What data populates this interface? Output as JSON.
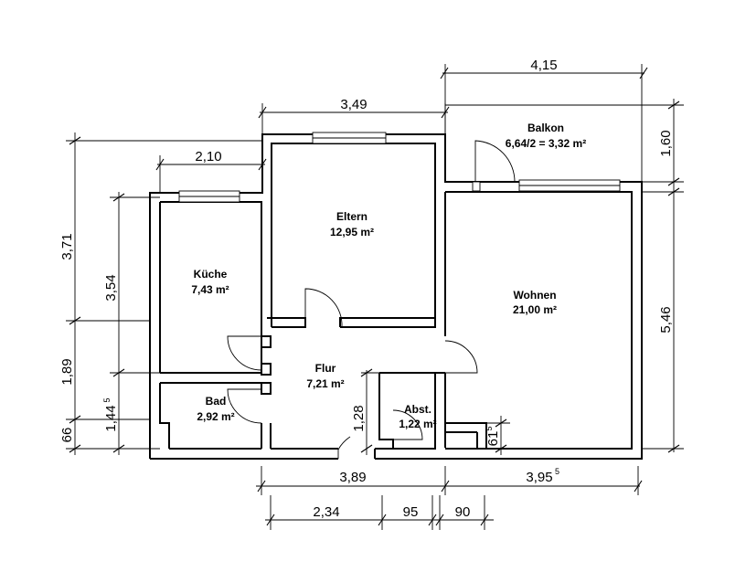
{
  "rooms": {
    "balkon": {
      "name": "Balkon",
      "area": "6,64/2 = 3,32 m²"
    },
    "eltern": {
      "name": "Eltern",
      "area": "12,95 m²"
    },
    "kueche": {
      "name": "Küche",
      "area": "7,43 m²"
    },
    "wohnen": {
      "name": "Wohnen",
      "area": "21,00 m²"
    },
    "flur": {
      "name": "Flur",
      "area": "7,21 m²"
    },
    "bad": {
      "name": "Bad",
      "area": "2,92 m²"
    },
    "abst": {
      "name": "Abst.",
      "area": "1,22 m²"
    }
  },
  "dimensions": {
    "top_balkon_width": "4,15",
    "top_eltern_width": "3,49",
    "top_kueche_width": "2,10",
    "right_balkon_depth": "1,60",
    "right_wohnen_depth": "5,46",
    "left_total_upper": "3,71",
    "left_kueche_depth": "3,54",
    "left_flur_part": "1,89",
    "left_bad_depth": "1,44",
    "left_bad_depth_sup": "5",
    "left_bottom": "66",
    "abst_width": "1,28",
    "wohnen_small": "61",
    "wohnen_small_sup": "5",
    "bottom_left_total": "3,89",
    "bottom_right_total": "3,95",
    "bottom_right_sup": "5",
    "bottom_seg1": "2,34",
    "bottom_seg2": "95",
    "bottom_seg3": "90"
  }
}
